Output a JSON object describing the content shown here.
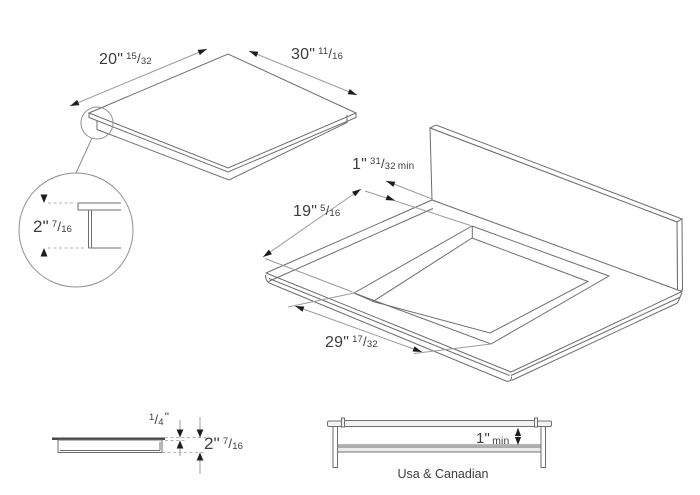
{
  "diagram": {
    "caption": "Usa & Canadian"
  },
  "labels": {
    "cooktop_depth": {
      "whole": "20\"",
      "num": "15",
      "slash": "/",
      "den": "32"
    },
    "cooktop_width": {
      "whole": "30\"",
      "num": "11",
      "slash": "/",
      "den": "16"
    },
    "backsplash_clearance": {
      "whole": "1\"",
      "num": "31",
      "slash": "/",
      "den": "32",
      "suffix": "min"
    },
    "cutout_depth": {
      "whole": "19\"",
      "num": "5",
      "slash": "/",
      "den": "16"
    },
    "cutout_width": {
      "whole": "29\"",
      "num": "17",
      "slash": "/",
      "den": "32"
    },
    "edge_detail_thickness": {
      "whole": "2\"",
      "num": "7",
      "slash": "/",
      "den": "16"
    },
    "glass_overhang": {
      "num": "1",
      "slash": "/",
      "den": "4",
      "suffix": "\""
    },
    "overall_depth": {
      "whole": "2\"",
      "num": "7",
      "slash": "/",
      "den": "16"
    },
    "under_clearance": {
      "whole": "1\"",
      "suffix": "min"
    }
  }
}
